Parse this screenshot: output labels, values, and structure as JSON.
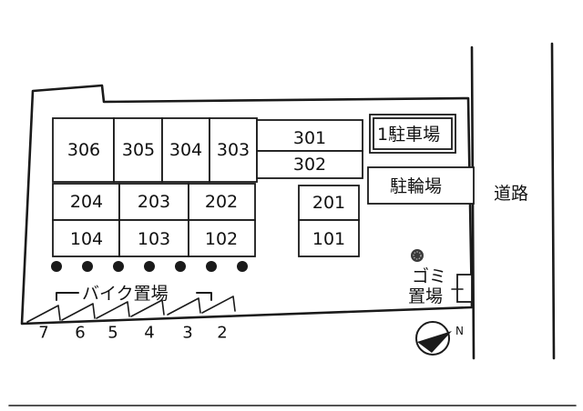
{
  "units": {
    "u306": "306",
    "u305": "305",
    "u304": "304",
    "u303": "303",
    "u301": "301",
    "u302": "302",
    "u204": "204",
    "u203": "203",
    "u202": "202",
    "u201": "201",
    "u104": "104",
    "u103": "103",
    "u102": "102",
    "u101": "101"
  },
  "facilities": {
    "parking": "1駐車場",
    "bicycle_parking": "駐輪場",
    "road": "道路",
    "garbage_line1": "ゴミ",
    "garbage_line2": "置場",
    "bike_parking": "バイク置場"
  },
  "bike_slots": [
    "7",
    "6",
    "5",
    "4",
    "3",
    "2"
  ],
  "compass": {
    "label": "N"
  }
}
